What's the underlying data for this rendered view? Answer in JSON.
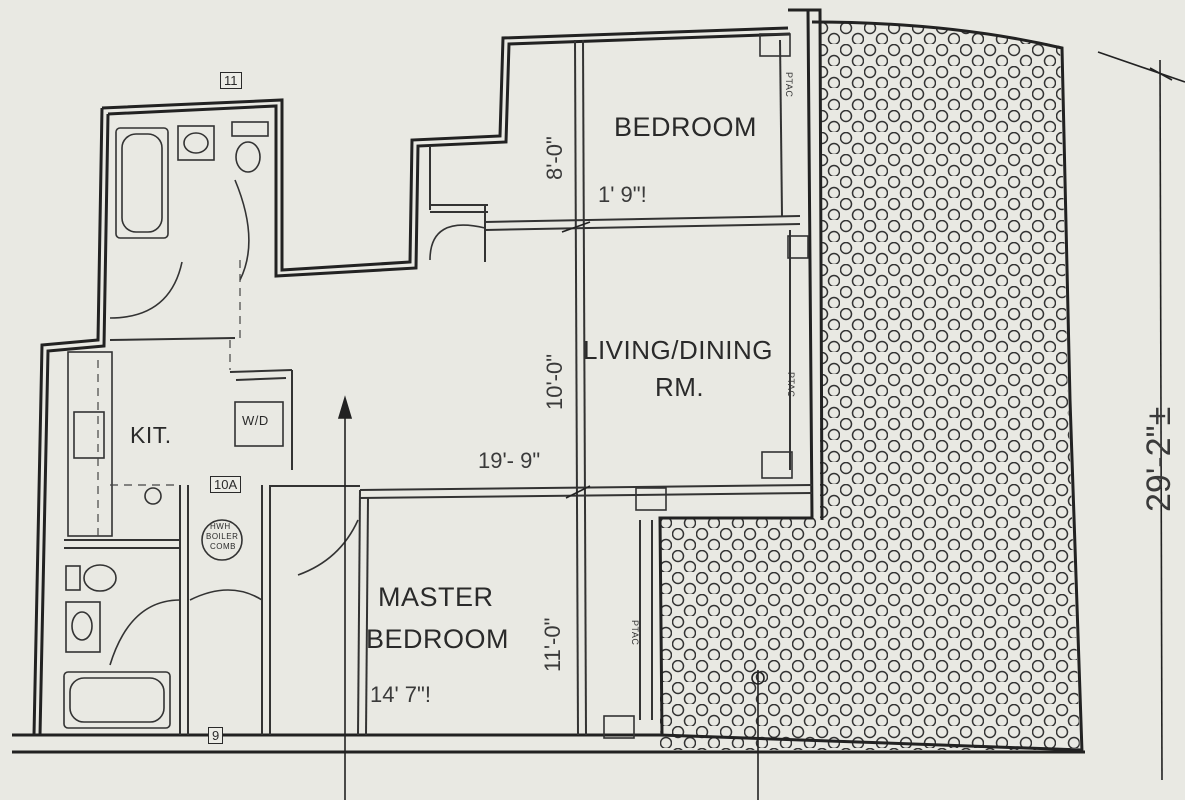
{
  "rooms": {
    "bedroom": "BEDROOM",
    "living_line1": "LIVING/DINING",
    "living_line2": "RM.",
    "kitchen": "KIT.",
    "washer_dryer": "W/D",
    "master_line1": "MASTER",
    "master_line2": "BEDROOM",
    "boiler_line1": "HWH",
    "boiler_line2": "BOILER",
    "boiler_line3": "COMB"
  },
  "dimensions": {
    "bedroom_width": "1'  9\"!",
    "bedroom_depth": "8'-0\"",
    "living_width": "19'- 9\"",
    "living_depth": "10'-0\"",
    "master_width": "14' 7\"!",
    "master_depth": "11'-0\"",
    "overall_height": "29'-2\"±"
  },
  "tags": {
    "window_11": "11",
    "window_10a": "10A",
    "window_9": "9",
    "ptac_1": "PTAC",
    "ptac_2": "PTAC",
    "ptac_3": "PTAC"
  },
  "colors": {
    "paper": "#e9e9e3",
    "ink": "#2a2a2a",
    "terrace_bg": "#ecece6"
  }
}
